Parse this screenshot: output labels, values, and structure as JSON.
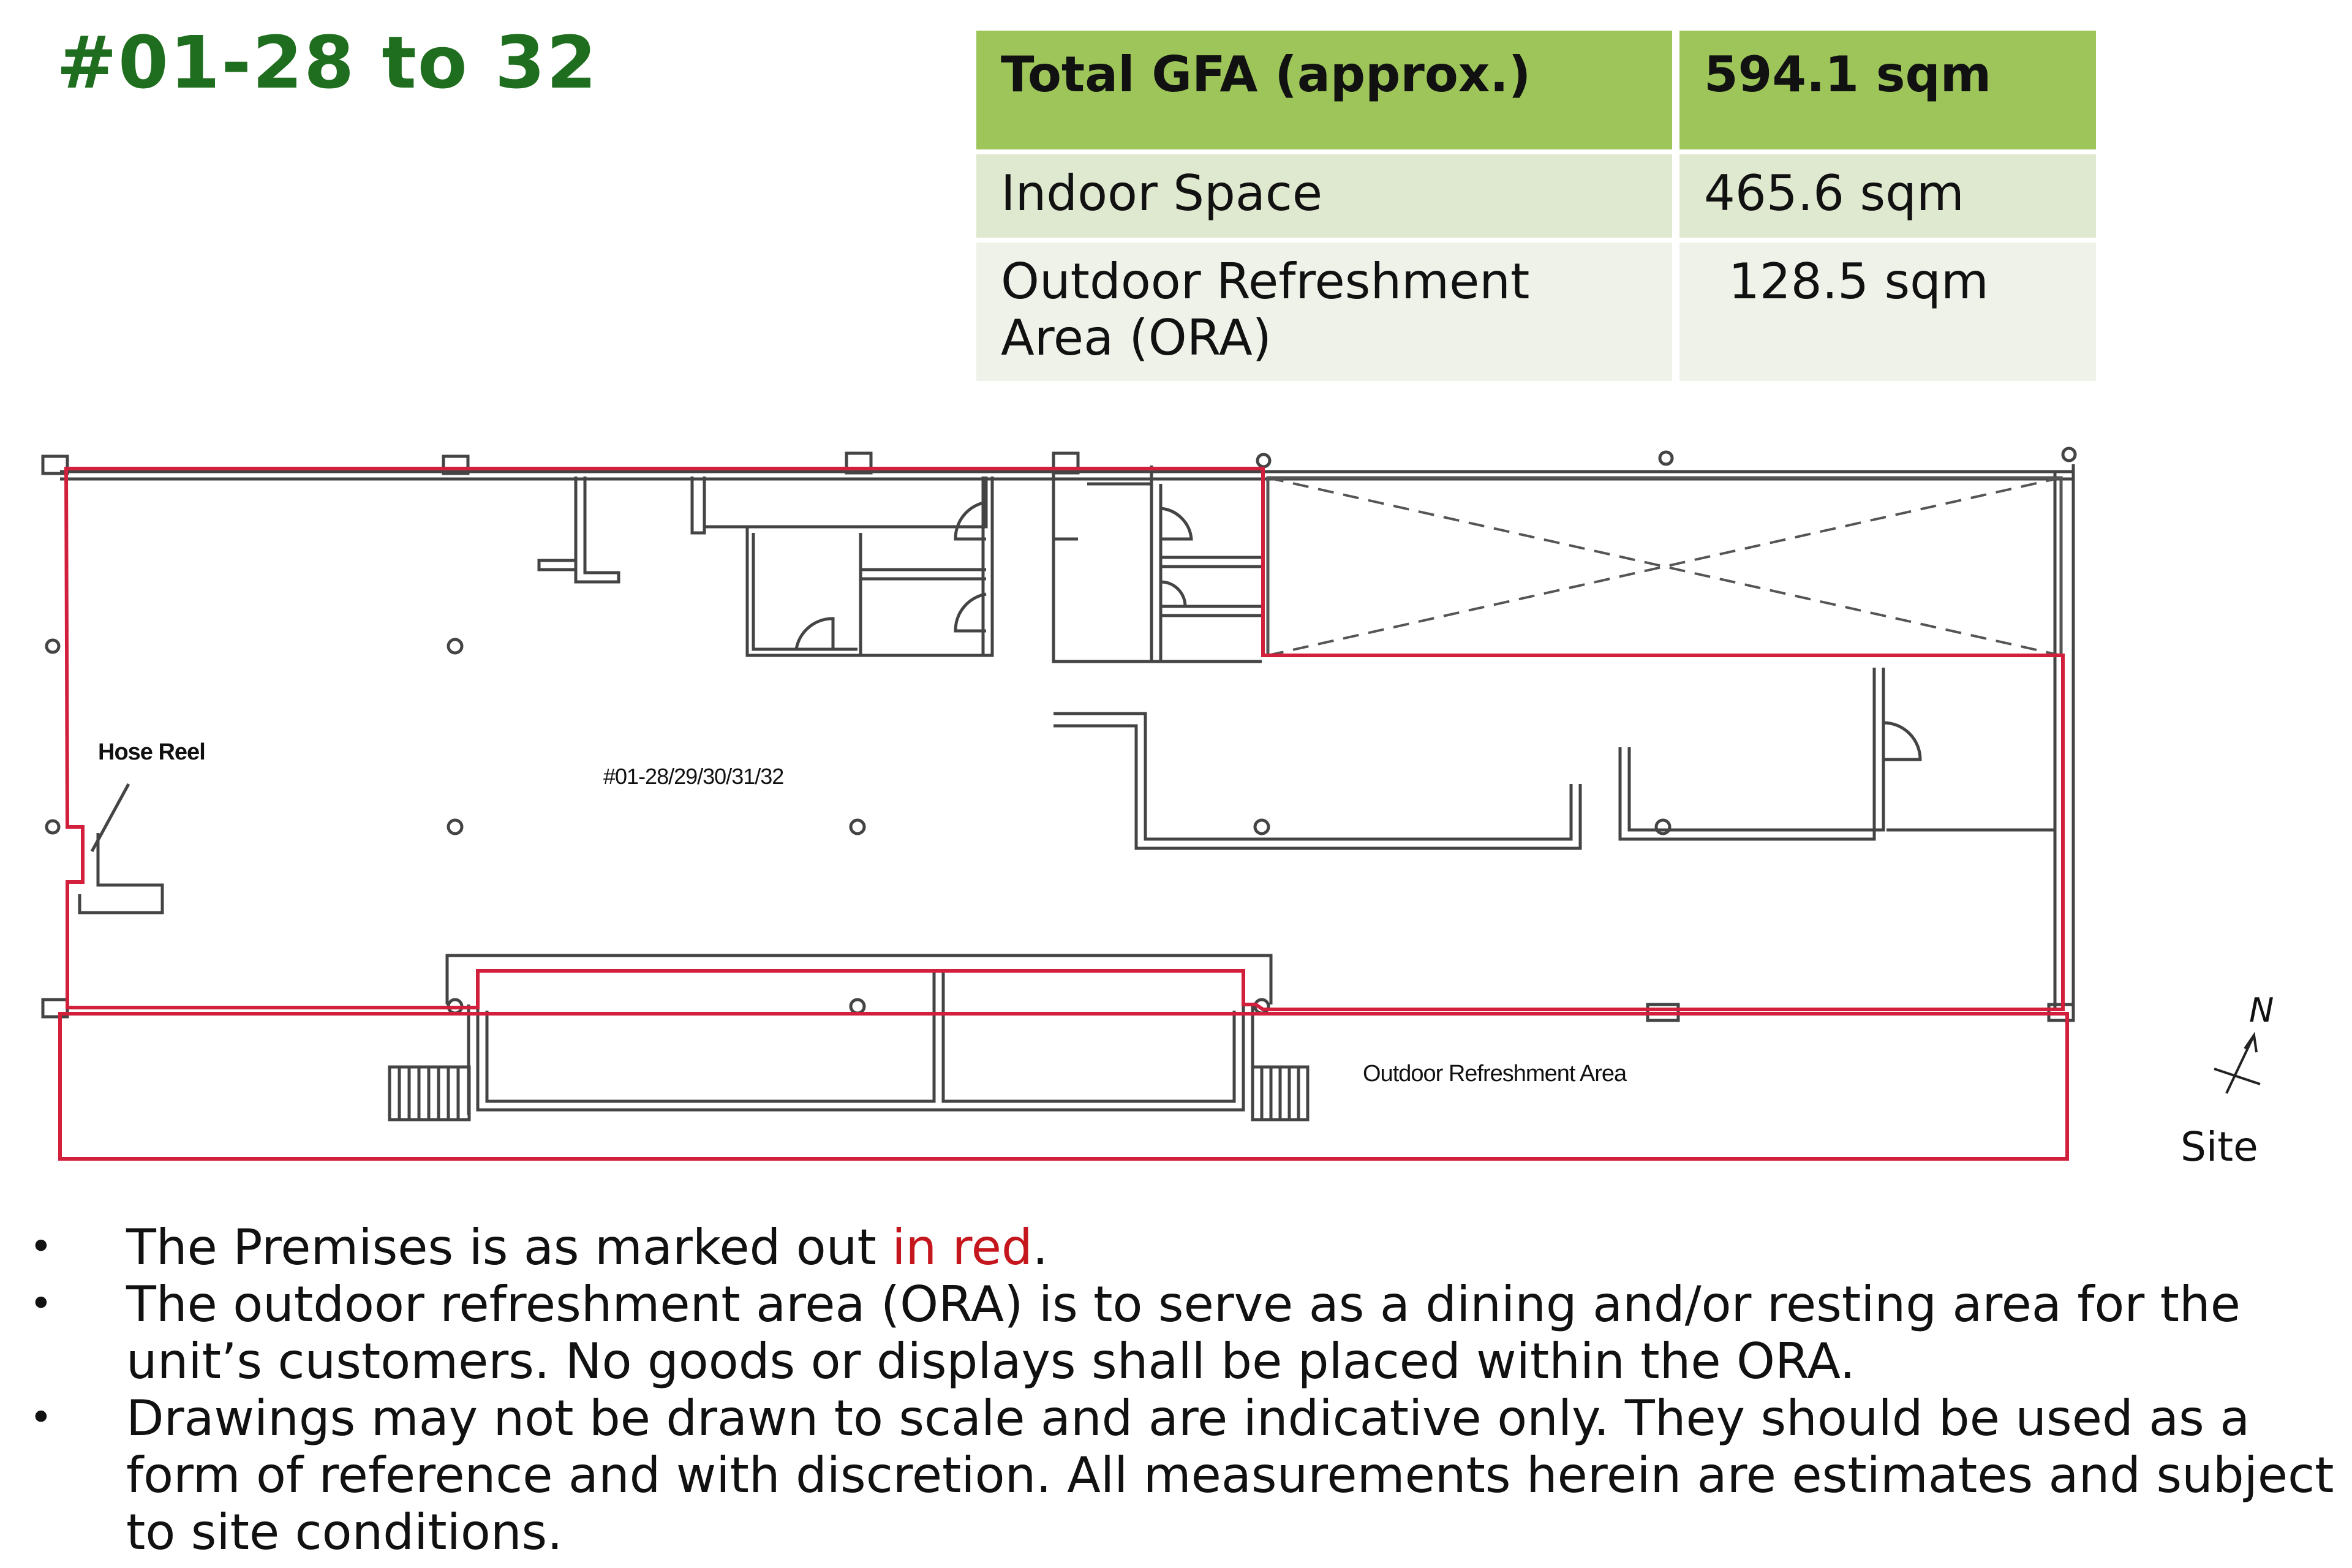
{
  "title": "#01-28 to 32",
  "gfa_table": {
    "header": {
      "label": "Total GFA (approx.)",
      "value": "594.1 sqm"
    },
    "rows": [
      {
        "label": "Indoor Space",
        "value": "465.6 sqm"
      },
      {
        "label": "Outdoor Refreshment Area (ORA)",
        "value": "128.5 sqm"
      }
    ]
  },
  "floor_plan": {
    "hose_reel_label": "Hose Reel",
    "unit_label": "#01-28/29/30/31/32",
    "ora_label": "Outdoor Refreshment Area",
    "north_label": "N",
    "site_label": "Site",
    "premises_outline_color": "#d21f3c",
    "wall_color": "#444444"
  },
  "notes": {
    "note1_prefix": "The Premises is as marked out ",
    "note1_highlight": "in red",
    "note1_suffix": ".",
    "note2": "The outdoor refreshment area (ORA) is to serve as a dining and/or resting area for the unit’s customers. No goods or displays shall be placed within the ORA.",
    "note3": "Drawings may not be drawn to scale and are indicative only. They should be used as a form of reference and with discretion. All measurements herein are estimates and subject to site conditions.",
    "highlight_color": "#c4161c"
  }
}
